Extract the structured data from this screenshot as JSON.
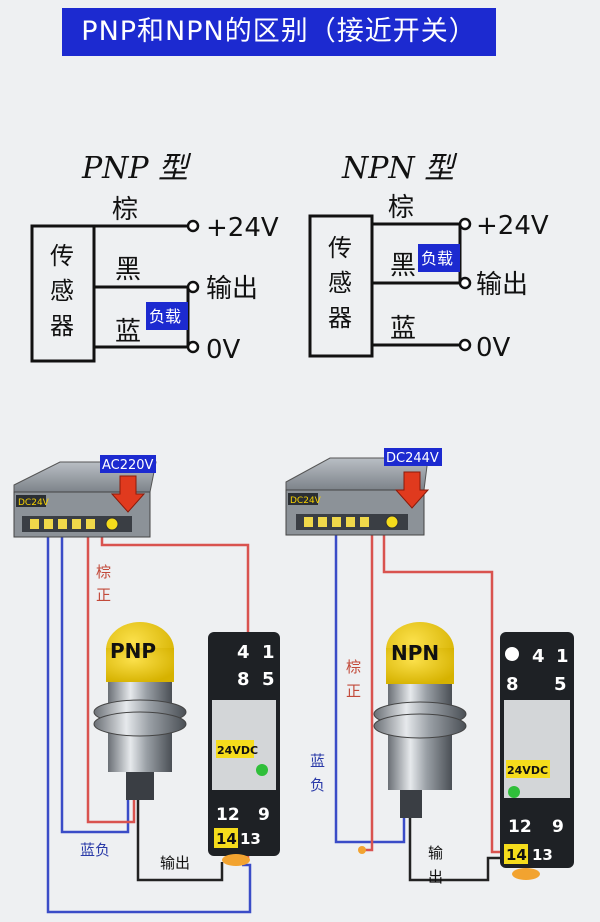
{
  "title": "PNP和NPN的区别（接近开关）",
  "pnp": {
    "heading": "PNP 型",
    "sensor": [
      "传",
      "感",
      "器"
    ],
    "wire_brown": "棕",
    "wire_black": "黑",
    "wire_blue": "蓝",
    "load": "负载",
    "term_24v": "+24V",
    "term_out": "输出",
    "term_0v": "0V"
  },
  "npn": {
    "heading": "NPN 型",
    "sensor": [
      "传",
      "感",
      "器"
    ],
    "wire_brown": "棕",
    "wire_black": "黑",
    "wire_blue": "蓝",
    "load": "负载",
    "term_24v": "+24V",
    "term_out": "输出",
    "term_0v": "0V"
  },
  "left_photo": {
    "psu_tag": "AC220V",
    "psu_label": "DC24V",
    "brown_note": [
      "棕",
      "正"
    ],
    "sensor_cap": "PNP",
    "blue_note": "蓝负",
    "out_note": "输出",
    "relay_top": [
      "4",
      "1",
      "8",
      "5"
    ],
    "relay_bottom": [
      "12",
      "9",
      "14",
      "13"
    ],
    "relay_coil": "24VDC"
  },
  "right_photo": {
    "psu_tag": "DC244V",
    "psu_label": "DC24V",
    "brown_note": [
      "棕",
      "正"
    ],
    "sensor_cap": "NPN",
    "blue_note": [
      "蓝",
      "负"
    ],
    "out_note": [
      "输",
      "出"
    ],
    "relay_top": [
      "4",
      "1",
      "8",
      "5"
    ],
    "relay_bottom": [
      "12",
      "9",
      "14",
      "13"
    ],
    "relay_coil": "24VDC"
  },
  "colors": {
    "title_bg": "#1c2ad0",
    "wire_red": "#d9534f",
    "wire_blue": "#3a4cc7",
    "wire_black": "#222222",
    "sensor_yellow": "#f2d21b",
    "arrow_red": "#e03a1e",
    "relay_green": "#2fbf3a"
  }
}
